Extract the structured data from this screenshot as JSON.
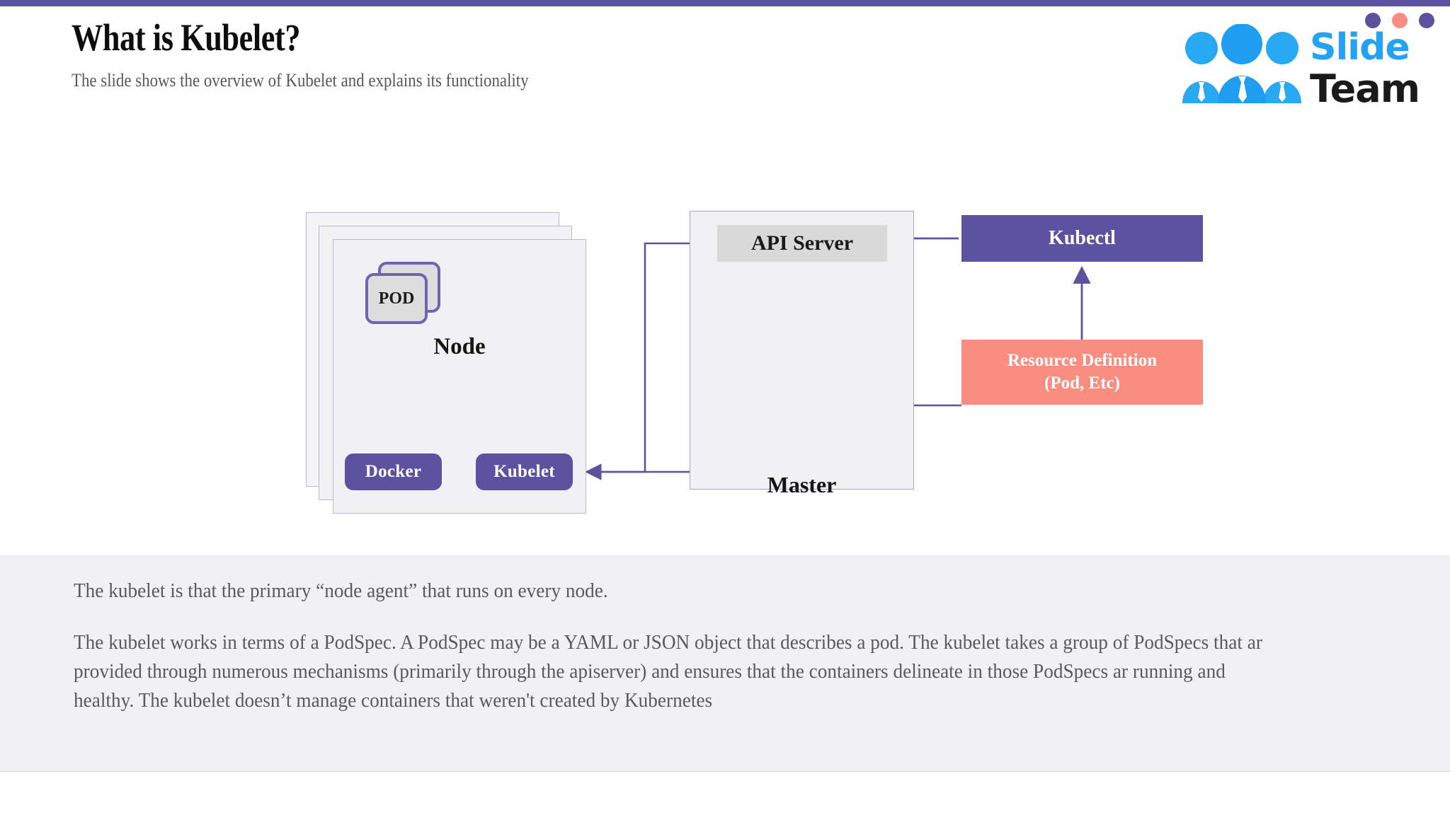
{
  "theme": {
    "accent_purple": "#5d52a0",
    "salmon": "#fb8d80",
    "logo_blue": "#24a3f5",
    "panel_gray": "#f1f1f3",
    "api_gray": "#d9d9d9"
  },
  "header": {
    "title": "What is Kubelet?",
    "subtitle": "The slide shows the overview of Kubelet and explains its functionality"
  },
  "logo": {
    "word1": "Slide",
    "word2": "Team",
    "dots": [
      "#5b519e",
      "#fb8d80",
      "#5b519e"
    ]
  },
  "diagram": {
    "pod_label": "POD",
    "node_label": "Node",
    "docker_label": "Docker",
    "kubelet_label": "Kubelet",
    "master_label": "Master",
    "api_server_label": "API Server",
    "kubectl_label": "Kubectl",
    "resource_line1": "Resource Definition",
    "resource_line2": "(Pod, Etc)"
  },
  "body": {
    "paragraph1": "The kubelet is that the primary “node agent” that runs on every node.",
    "paragraph2": "The kubelet works in terms of a PodSpec. A PodSpec may be a YAML or JSON object that describes a pod. The kubelet takes a group of PodSpecs that ar provided through numerous mechanisms (primarily through the apiserver) and ensures that the containers delineate in those PodSpecs ar running and healthy. The kubelet doesn’t manage containers that weren't created by Kubernetes"
  }
}
